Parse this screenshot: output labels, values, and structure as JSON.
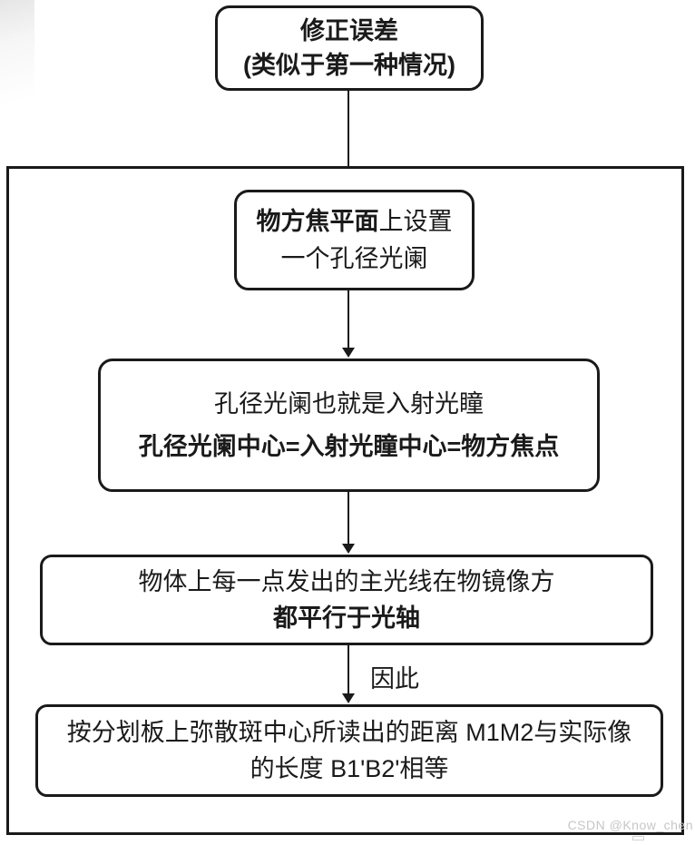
{
  "colors": {
    "border": "#1a1a1a",
    "text": "#1a1a1a",
    "background": "#ffffff",
    "watermark": "#c6c6c6"
  },
  "top_box": {
    "line1": "修正误差",
    "line2": "(类似于第一种情况)"
  },
  "inner": {
    "box_focal_plane": {
      "line1_bold": "物方焦平面",
      "line1_rest": "上设置",
      "line2": "一个孔径光阑"
    },
    "box_aperture": {
      "line1": "孔径光阑也就是入射光瞳",
      "line2_bold": "孔径光阑中心=入射光瞳中心=物方焦点"
    },
    "box_chief_ray": {
      "line1": "物体上每一点发出的主光线在物镜像方",
      "line2_bold": "都平行于光轴"
    },
    "arrow_label": "因此",
    "box_conclusion": {
      "line1": "按分划板上弥散斑中心所读出的距离 M1M2与实际像",
      "line2": "的长度 B1'B2'相等"
    }
  },
  "watermark": {
    "text": "CSDN @Know_chen"
  }
}
